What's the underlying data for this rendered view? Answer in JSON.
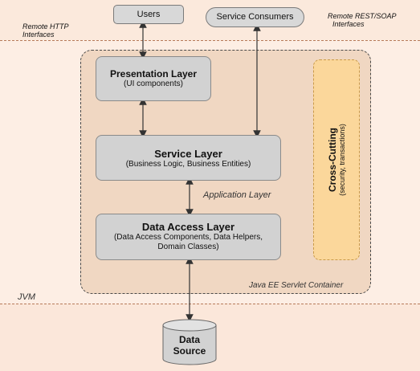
{
  "nodes": {
    "users": "Users",
    "service_consumers": "Service Consumers",
    "presentation_title": "Presentation Layer",
    "presentation_sub": "(UI components)",
    "service_title": "Service Layer",
    "service_sub": "(Business Logic, Business Entities)",
    "data_access_title": "Data Access Layer",
    "data_access_sub1": "(Data Access Components, Data Helpers,",
    "data_access_sub2": "Domain Classes)",
    "data_source_line1": "Data",
    "data_source_line2": "Source"
  },
  "labels": {
    "remote_http_1": "Remote HTTP",
    "remote_http_2": "Interfaces",
    "remote_rest_1": "Remote REST/SOAP",
    "remote_rest_2": "Interfaces",
    "application_layer": "Application Layer",
    "servlet_container": "Java EE Servlet Container",
    "jvm": "JVM",
    "cross_title": "Cross-Cutting",
    "cross_sub": "(security, transactions)"
  },
  "colors": {
    "background": "#fdeee4",
    "container": "#f0d7c2",
    "box": "#d2d2d2",
    "cross_cutting": "#fbd79b"
  }
}
